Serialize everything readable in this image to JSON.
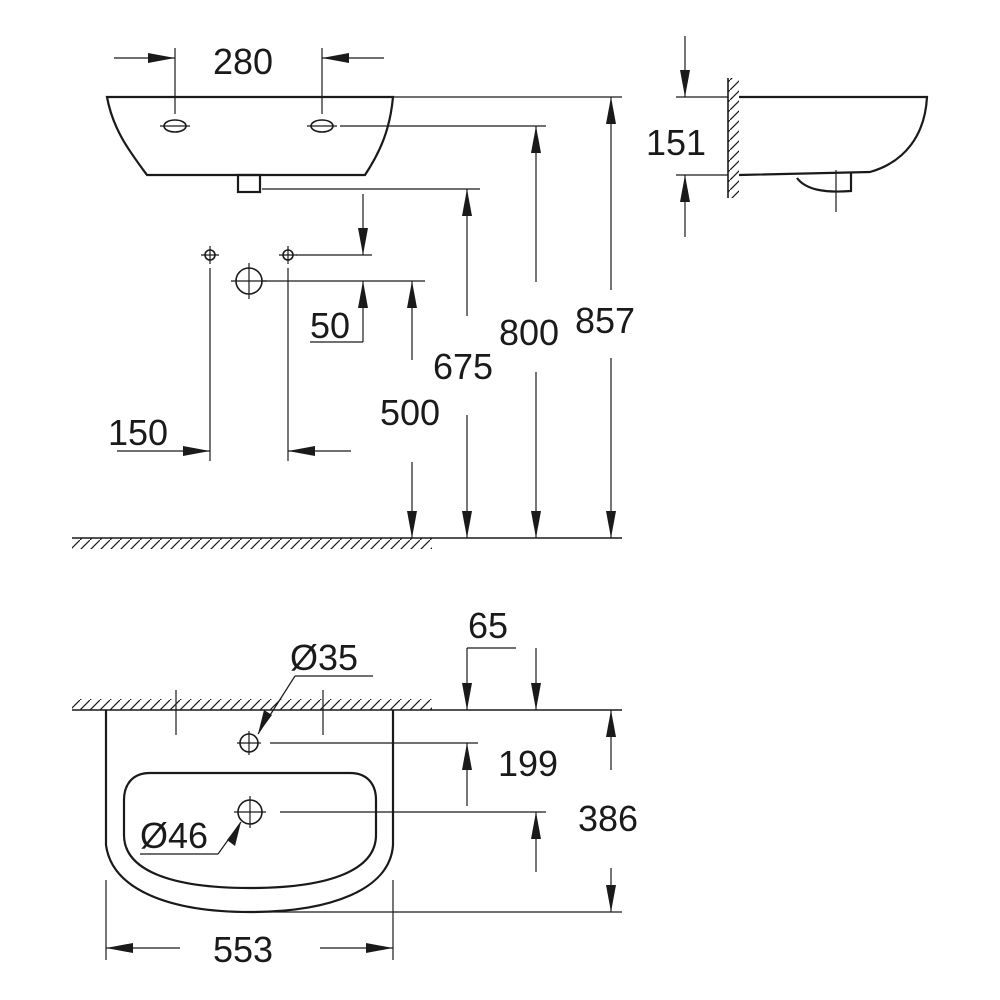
{
  "dimensions": {
    "tap_hole_spacing": "280",
    "side_depth": "151",
    "drain_offset_small": "50",
    "height_675": "675",
    "height_800": "800",
    "height_857": "857",
    "height_500": "500",
    "supply_spacing": "150",
    "wall_offset": "65",
    "tap_hole_diameter": "Ø35",
    "drain_diameter": "Ø46",
    "tap_to_drain": "199",
    "basin_depth": "386",
    "basin_width": "553"
  }
}
